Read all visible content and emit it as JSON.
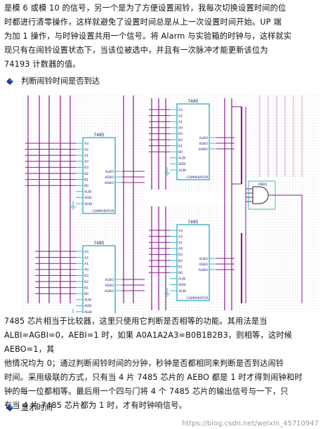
{
  "intro": {
    "lines": [
      "是模 6 或模 10 的信号，另一个是为了方便设置闹铃，我每次切换设置时间的位",
      "时都进行清零操作，这样就避免了设置时间总是从上一次设置时间开始。UP 端",
      "为加 1 操作，与时钟设置共用一个信号。将 Alarm 与实验箱的时钟与，这样就实",
      "现只有在闹铃设置状态下，当该位被选中，并且有一次脉冲才能更新该位为",
      "74193 计数器的值。"
    ]
  },
  "sections": {
    "judge_title": "判断闹铃时间是否到达",
    "display_title": "显示时间"
  },
  "circuit": {
    "chip_name": "7485",
    "chip_sub": "COMPARATOR",
    "pins_left": [
      "A3",
      "A2",
      "A1",
      "A0",
      "B3",
      "B2",
      "B1",
      "B0",
      "ALBI",
      "AEBI",
      "AGBI"
    ],
    "pins_right": [
      "ALBO",
      "AEBO",
      "AGBO"
    ],
    "gate_label": "AND4",
    "colors": {
      "wire": "#8b1a8b",
      "chip": "#1aa3b8",
      "dots": "#bdbdbd",
      "text": "#1a1a80"
    }
  },
  "body": {
    "lines": [
      "7485 芯片相当于比较器，这里只使用它判断是否相等的功能。其用法是当",
      "ALBI=AGBI=0，AEBI=1 时，如果 A0A1A2A3=B0B1B2B3，则相等，这时候 AEBO=1，其",
      "他情况均为 0；通过判断闹铃时间的分钟，秒钟是否都相同来判断是否到达闹铃",
      "时间。采用级联的方式，只有当 4 片 7485 芯片的 AEBO 都是 1 时才得到闹钟和时",
      "钟的每一位都相等。最后用一个四与门将 4 个 7485 芯片的输出信号与一下，只",
      "有当 4 片 7485 芯片都为 1 时，才有时钟响信号。"
    ]
  },
  "watermark": "https://blog.csdn.net/weixin_45710947"
}
